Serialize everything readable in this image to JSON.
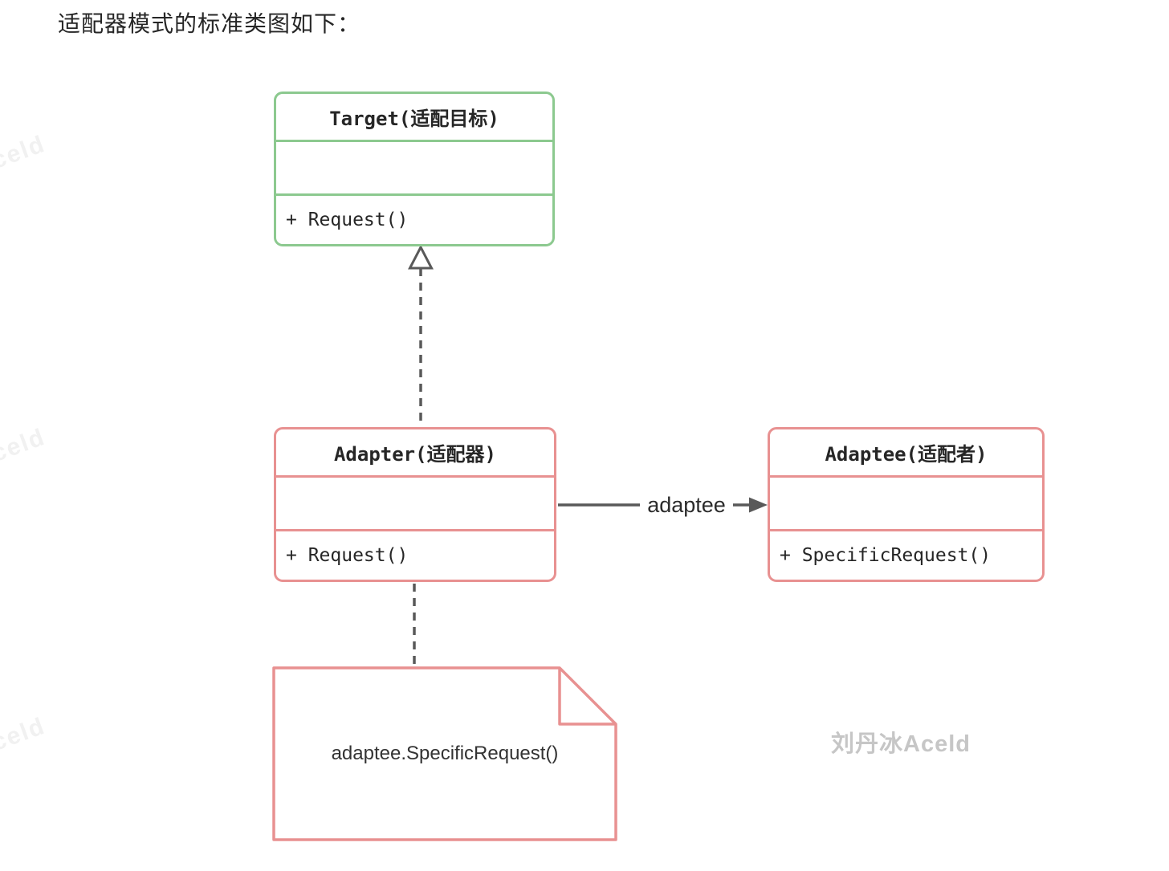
{
  "page": {
    "title": "适配器模式的标准类图如下："
  },
  "colors": {
    "target_border": "#8CC98F",
    "adapter_border": "#E89191",
    "adaptee_border": "#E89191",
    "note_border": "#E89191",
    "connector": "#595959"
  },
  "classes": {
    "target": {
      "title": "Target(适配目标)",
      "method": "+ Request()"
    },
    "adapter": {
      "title": "Adapter(适配器)",
      "method": "+ Request()"
    },
    "adaptee": {
      "title": "Adaptee(适配者)",
      "method": "+ SpecificRequest()"
    }
  },
  "connectors": {
    "realization": {
      "from": "Adapter",
      "to": "Target",
      "style": "dashed, hollow triangle"
    },
    "association": {
      "from": "Adapter",
      "to": "Adaptee",
      "label": "adaptee",
      "style": "solid, filled arrow"
    },
    "note_link": {
      "from": "Adapter",
      "to": "note",
      "style": "dashed"
    }
  },
  "note": {
    "text": "adaptee.SpecificRequest()"
  },
  "watermarks": {
    "corner": "刘丹冰Aceld",
    "diagonal": "刘丹冰Aceld"
  }
}
